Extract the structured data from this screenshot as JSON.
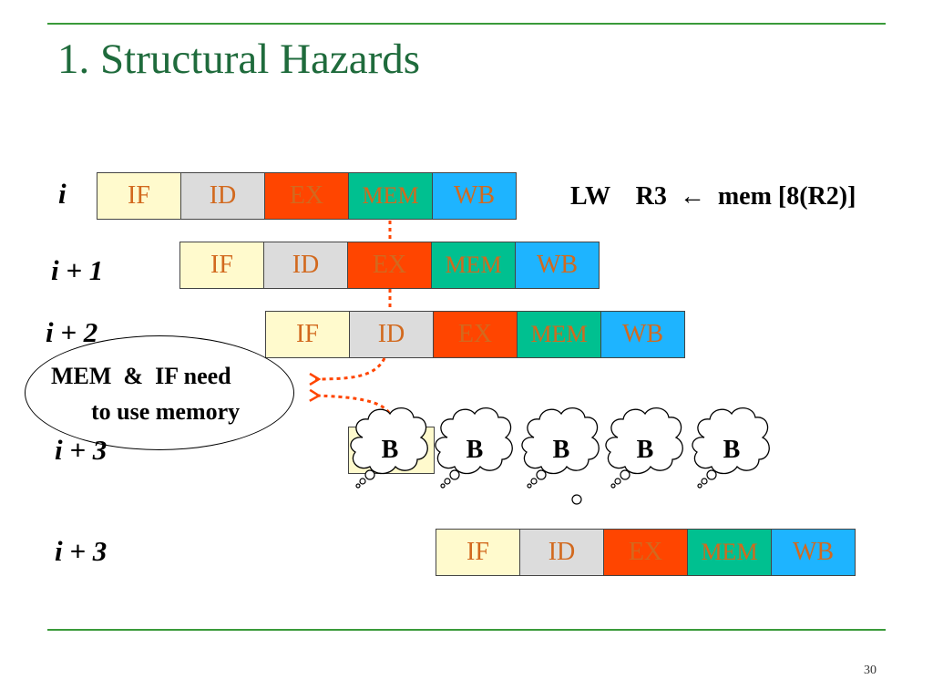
{
  "slide": {
    "title": "1. Structural Hazards",
    "page_number": "30"
  },
  "stages": {
    "IF": "IF",
    "ID": "ID",
    "EX": "EX",
    "MEM": "MEM",
    "WB": "WB"
  },
  "rows": [
    {
      "label": "i"
    },
    {
      "label": "i + 1"
    },
    {
      "label": "i + 2"
    },
    {
      "label": "i + 3"
    },
    {
      "label": "i + 3"
    }
  ],
  "instruction": {
    "opcode": "LW",
    "dest": "R3",
    "arrow": "←",
    "source": "mem [8(R2)]"
  },
  "note": {
    "line1": "MEM  &  IF need",
    "line2": "to use memory"
  },
  "bubble_label": "B",
  "colors": {
    "IF": "#fffacd",
    "ID": "#dcdcdc",
    "EX": "#ff4500",
    "MEM": "#00c090",
    "WB": "#1eb4ff",
    "stage_text": "#d2691e",
    "arrow": "#ff4500",
    "title": "#1f6b3c",
    "rule": "#3a9a3a"
  }
}
